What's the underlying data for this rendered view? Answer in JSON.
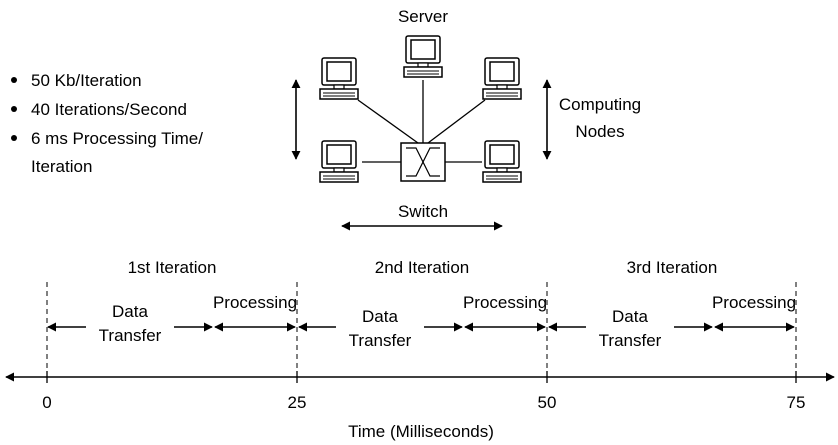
{
  "specs": {
    "line1": "50 Kb/Iteration",
    "line2": "40 Iterations/Second",
    "line3a": "6 ms Processing Time/",
    "line3b": "Iteration"
  },
  "network": {
    "server_label": "Server",
    "nodes_label_1": "Computing",
    "nodes_label_2": "Nodes",
    "switch_label": "Switch"
  },
  "timeline": {
    "iterations": [
      "1st Iteration",
      "2nd Iteration",
      "3rd Iteration"
    ],
    "data_label_1": "Data",
    "data_label_2": "Transfer",
    "processing_label": "Processing",
    "ticks": [
      "0",
      "25",
      "50",
      "75"
    ],
    "axis_label": "Time (Milliseconds)"
  }
}
